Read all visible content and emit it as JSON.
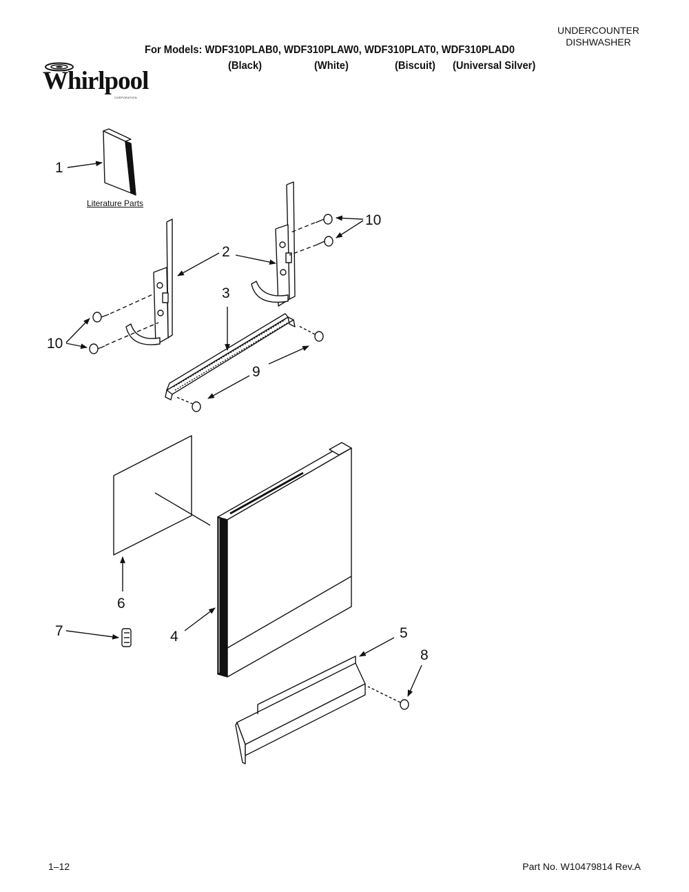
{
  "header": {
    "product_type_line1": "UNDERCOUNTER",
    "product_type_line2": "DISHWASHER",
    "models_line": "For Models: WDF310PLAB0, WDF310PLAW0, WDF310PLAT0, WDF310PLAD0",
    "colors": [
      "(Black)",
      "(White)",
      "(Biscuit)",
      "(Universal Silver)"
    ]
  },
  "logo": {
    "wordmark": "Whirlpool",
    "subtext": "CORPORATION"
  },
  "literature_label": "Literature Parts",
  "callouts": [
    "1",
    "2",
    "3",
    "4",
    "5",
    "6",
    "7",
    "8",
    "9",
    "10",
    "10"
  ],
  "footer": {
    "page": "1–12",
    "part_number": "Part No. W10479814 Rev.A"
  }
}
